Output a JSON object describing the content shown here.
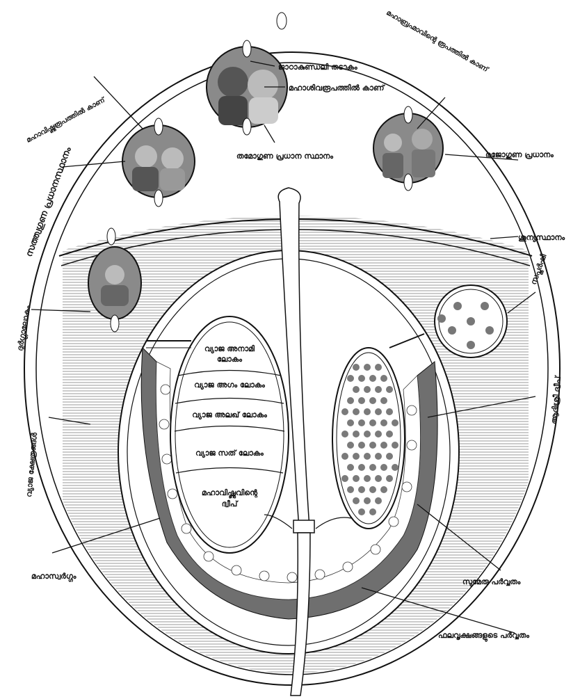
{
  "labels": {
    "l1": "ജാഠാകുണ്ഡലി തടാകം",
    "l2": "മഹാശിവരൂപത്തിൽ കാണ്",
    "l3": "മഹാവിഷ്ണുരൂപത്തിൽ കാണ്",
    "l4": "മഹാബ്രഹ്മാവിന്റെ രൂപത്തിൽ കാണ്",
    "l5": "സത്ത്വഗുണ പ്രധാനസ്ഥാനം",
    "l6": "തമോഗുണ പ്രധാന സ്ഥാനം",
    "l7": "രജോഗുണ പ്രധാനം",
    "l8": "ശൂന്യസ്ഥാനം",
    "l9": "ദുർഗ്ഗാലോകം",
    "l10": "സപ്തർഷി",
    "l11": "ആദിശ്രീ ദ്വീപ്",
    "l12": "വ്യാജ ക്ഷേത്രങ്ങൾ",
    "l13": "മഹാസ്വർഗ്ഗം",
    "l14": "സുമേരു പർവ്വതം",
    "l15": "ഫലവൃക്ഷങ്ങളുടെ പർവ്വതം"
  },
  "lokas": {
    "r1": [
      "വ്യാജ അനാമി",
      "ലോകം"
    ],
    "r2": "വ്യാജ അഗം ലോകം",
    "r3": "വ്യാജ അലഖ് ലോകം",
    "r4": "വ്യാജ സത് ലോകം",
    "r5": [
      "മഹാവിഷ്ണുവിന്റെ",
      "ദ്വീപ്"
    ]
  },
  "colors": {
    "ink": "#111111",
    "hatch": "#9a9a9a",
    "mountain": "#6f6f6f",
    "dot": "#7a7a7a",
    "portrait_bg": "#8a8a8a",
    "paper": "#ffffff"
  }
}
